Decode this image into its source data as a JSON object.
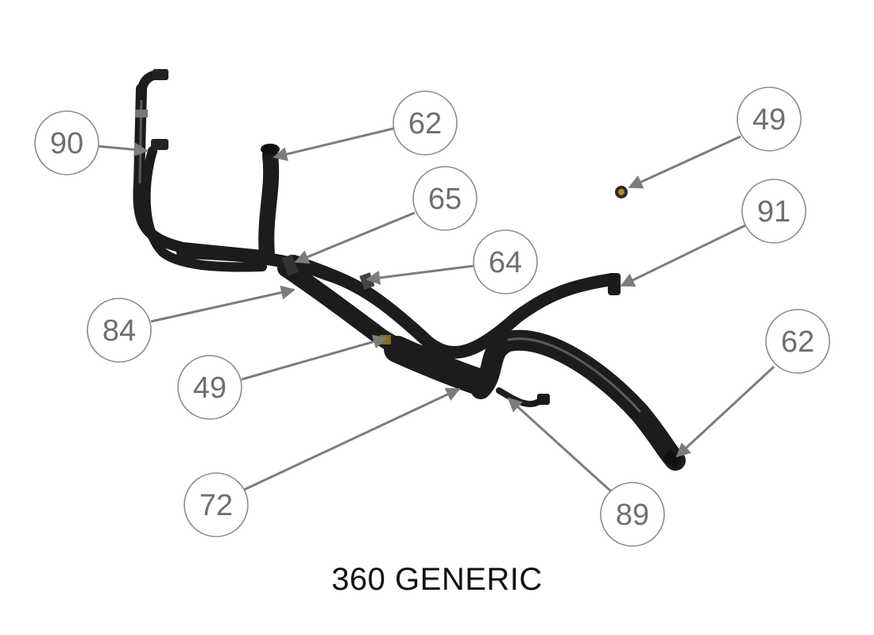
{
  "caption": "360 GENERIC",
  "balloons": [
    {
      "label": "90"
    },
    {
      "label": "62"
    },
    {
      "label": "49"
    },
    {
      "label": "65"
    },
    {
      "label": "91"
    },
    {
      "label": "64"
    },
    {
      "label": "84"
    },
    {
      "label": "49"
    },
    {
      "label": "62"
    },
    {
      "label": "72"
    },
    {
      "label": "89"
    }
  ]
}
